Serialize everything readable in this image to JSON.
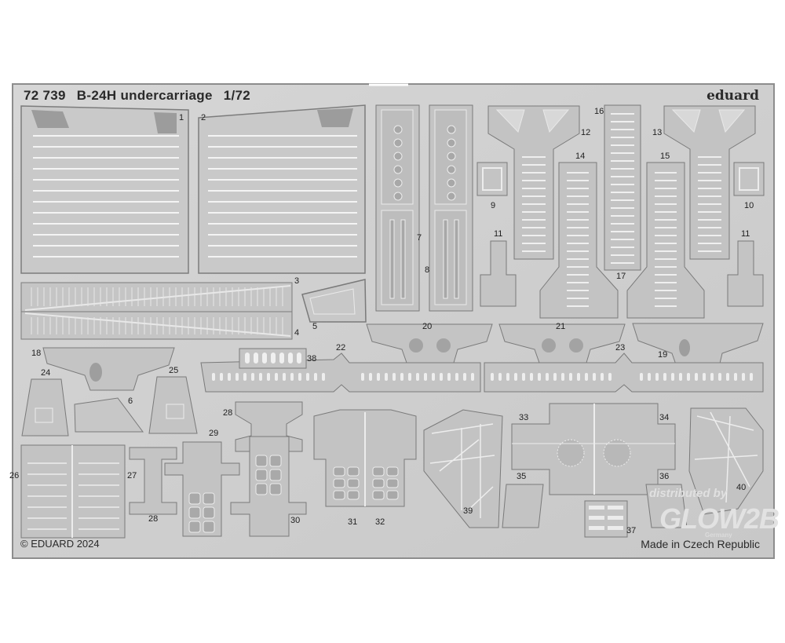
{
  "header": {
    "code": "72 739",
    "name": "B-24H undercarriage",
    "scale": "1/72",
    "brand": "eduard"
  },
  "footer": {
    "copyright": "© EDUARD 2024",
    "origin": "Made in Czech Republic"
  },
  "watermark": {
    "line1": "distributed by",
    "line2": "GLOW2B",
    "line3": "Germany"
  },
  "part_numbers": [
    "1",
    "2",
    "3",
    "4",
    "5",
    "6",
    "7",
    "8",
    "9",
    "10",
    "11",
    "11",
    "12",
    "13",
    "14",
    "15",
    "16",
    "17",
    "18",
    "19",
    "20",
    "21",
    "22",
    "23",
    "24",
    "25",
    "26",
    "27",
    "28",
    "28",
    "29",
    "30",
    "31",
    "32",
    "33",
    "34",
    "35",
    "36",
    "37",
    "38",
    "39",
    "40"
  ],
  "colors": {
    "fret_fill": "#cfcfcf",
    "fret_edge": "#8a8a8a",
    "part_fill": "#c4c4c4",
    "detail_line": "#f2f2f2"
  }
}
